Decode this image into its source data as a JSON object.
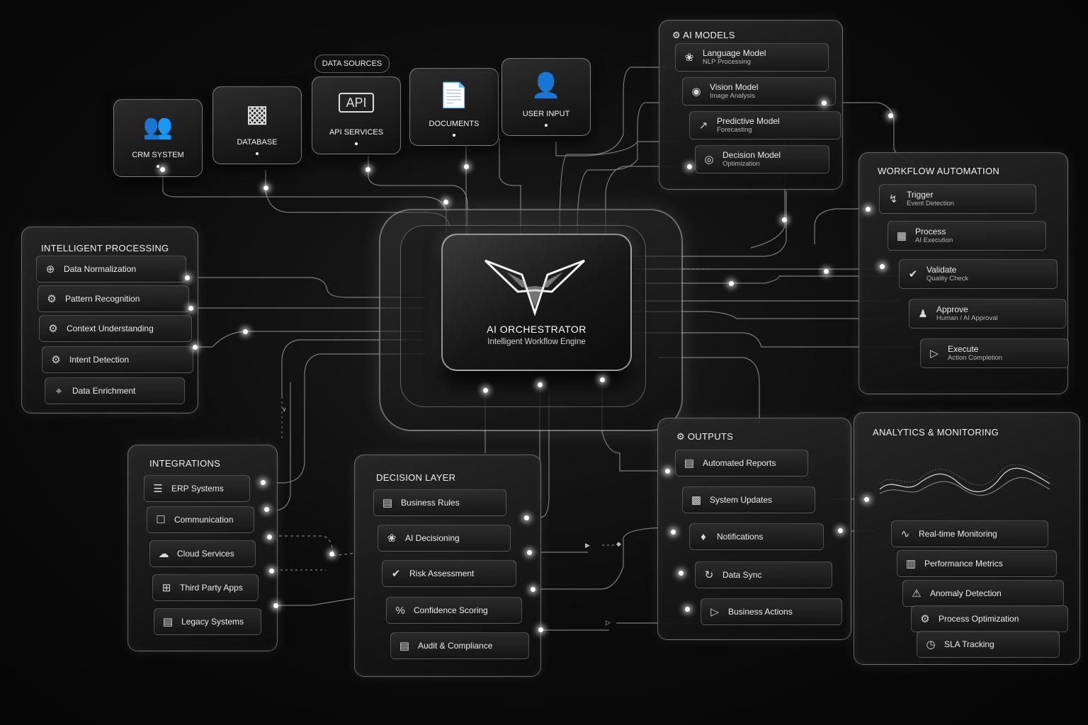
{
  "data_sources": {
    "tag": "DATA SOURCES",
    "items": [
      {
        "label": "CRM SYSTEM",
        "icon": "users-icon"
      },
      {
        "label": "DATABASE",
        "icon": "database-icon"
      },
      {
        "label": "API SERVICES",
        "icon": "api-icon",
        "icon_text": "API"
      },
      {
        "label": "DOCUMENTS",
        "icon": "document-icon"
      },
      {
        "label": "USER INPUT",
        "icon": "user-icon"
      }
    ]
  },
  "ai_models": {
    "title": "AI MODELS",
    "items": [
      {
        "label": "Language Model",
        "sub": "NLP Processing",
        "icon": "brain-icon"
      },
      {
        "label": "Vision Model",
        "sub": "Image Analysis",
        "icon": "eye-icon"
      },
      {
        "label": "Predictive Model",
        "sub": "Forecasting",
        "icon": "trend-icon"
      },
      {
        "label": "Decision Model",
        "sub": "Optimization",
        "icon": "target-icon"
      }
    ]
  },
  "intelligent_processing": {
    "title": "INTELLIGENT PROCESSING",
    "items": [
      {
        "label": "Data Normalization",
        "icon": "crosshair-icon"
      },
      {
        "label": "Pattern Recognition",
        "icon": "gear-icon"
      },
      {
        "label": "Context Understanding",
        "icon": "gear-icon"
      },
      {
        "label": "Intent Detection",
        "icon": "gear-icon"
      },
      {
        "label": "Data Enrichment",
        "icon": "target-icon"
      }
    ]
  },
  "orchestrator": {
    "title": "AI ORCHESTRATOR",
    "subtitle": "Intelligent Workflow Engine",
    "logo": "chevron-logo"
  },
  "workflow_automation": {
    "title": "WORKFLOW AUTOMATION",
    "items": [
      {
        "label": "Trigger",
        "sub": "Event Detection",
        "icon": "bolt-icon"
      },
      {
        "label": "Process",
        "sub": "AI Execution",
        "icon": "chip-icon"
      },
      {
        "label": "Validate",
        "sub": "Quality Check",
        "icon": "shield-check-icon"
      },
      {
        "label": "Approve",
        "sub": "Human / AI Approval",
        "icon": "users-icon"
      },
      {
        "label": "Execute",
        "sub": "Action Completion",
        "icon": "play-icon"
      }
    ]
  },
  "integrations": {
    "title": "INTEGRATIONS",
    "items": [
      {
        "label": "ERP Systems",
        "icon": "layers-icon"
      },
      {
        "label": "Communication",
        "icon": "chat-icon"
      },
      {
        "label": "Cloud Services",
        "icon": "cloud-icon"
      },
      {
        "label": "Third Party Apps",
        "icon": "grid-icon"
      },
      {
        "label": "Legacy Systems",
        "icon": "server-icon"
      }
    ]
  },
  "decision_layer": {
    "title": "DECISION LAYER",
    "items": [
      {
        "label": "Business Rules",
        "icon": "document-icon"
      },
      {
        "label": "AI Decisioning",
        "icon": "brain-icon"
      },
      {
        "label": "Risk Assessment",
        "icon": "shield-check-icon"
      },
      {
        "label": "Confidence Scoring",
        "icon": "percent-icon",
        "icon_text": "%"
      },
      {
        "label": "Audit & Compliance",
        "icon": "document-icon"
      }
    ]
  },
  "outputs": {
    "title": "OUTPUTS",
    "items": [
      {
        "label": "Automated Reports",
        "icon": "report-icon"
      },
      {
        "label": "System Updates",
        "icon": "database-icon"
      },
      {
        "label": "Notifications",
        "icon": "bell-icon"
      },
      {
        "label": "Data Sync",
        "icon": "sync-icon"
      },
      {
        "label": "Business Actions",
        "icon": "play-icon"
      }
    ]
  },
  "analytics": {
    "title": "ANALYTICS & MONITORING",
    "items": [
      {
        "label": "Real-time Monitoring",
        "icon": "pulse-icon"
      },
      {
        "label": "Performance Metrics",
        "icon": "bar-chart-icon"
      },
      {
        "label": "Anomaly Detection",
        "icon": "warning-icon"
      },
      {
        "label": "Process Optimization",
        "icon": "gear-icon"
      },
      {
        "label": "SLA Tracking",
        "icon": "clock-icon"
      }
    ]
  },
  "colors": {
    "background": "#0b0b0b",
    "line": "#9a9a9a",
    "glow": "#ffffff"
  }
}
